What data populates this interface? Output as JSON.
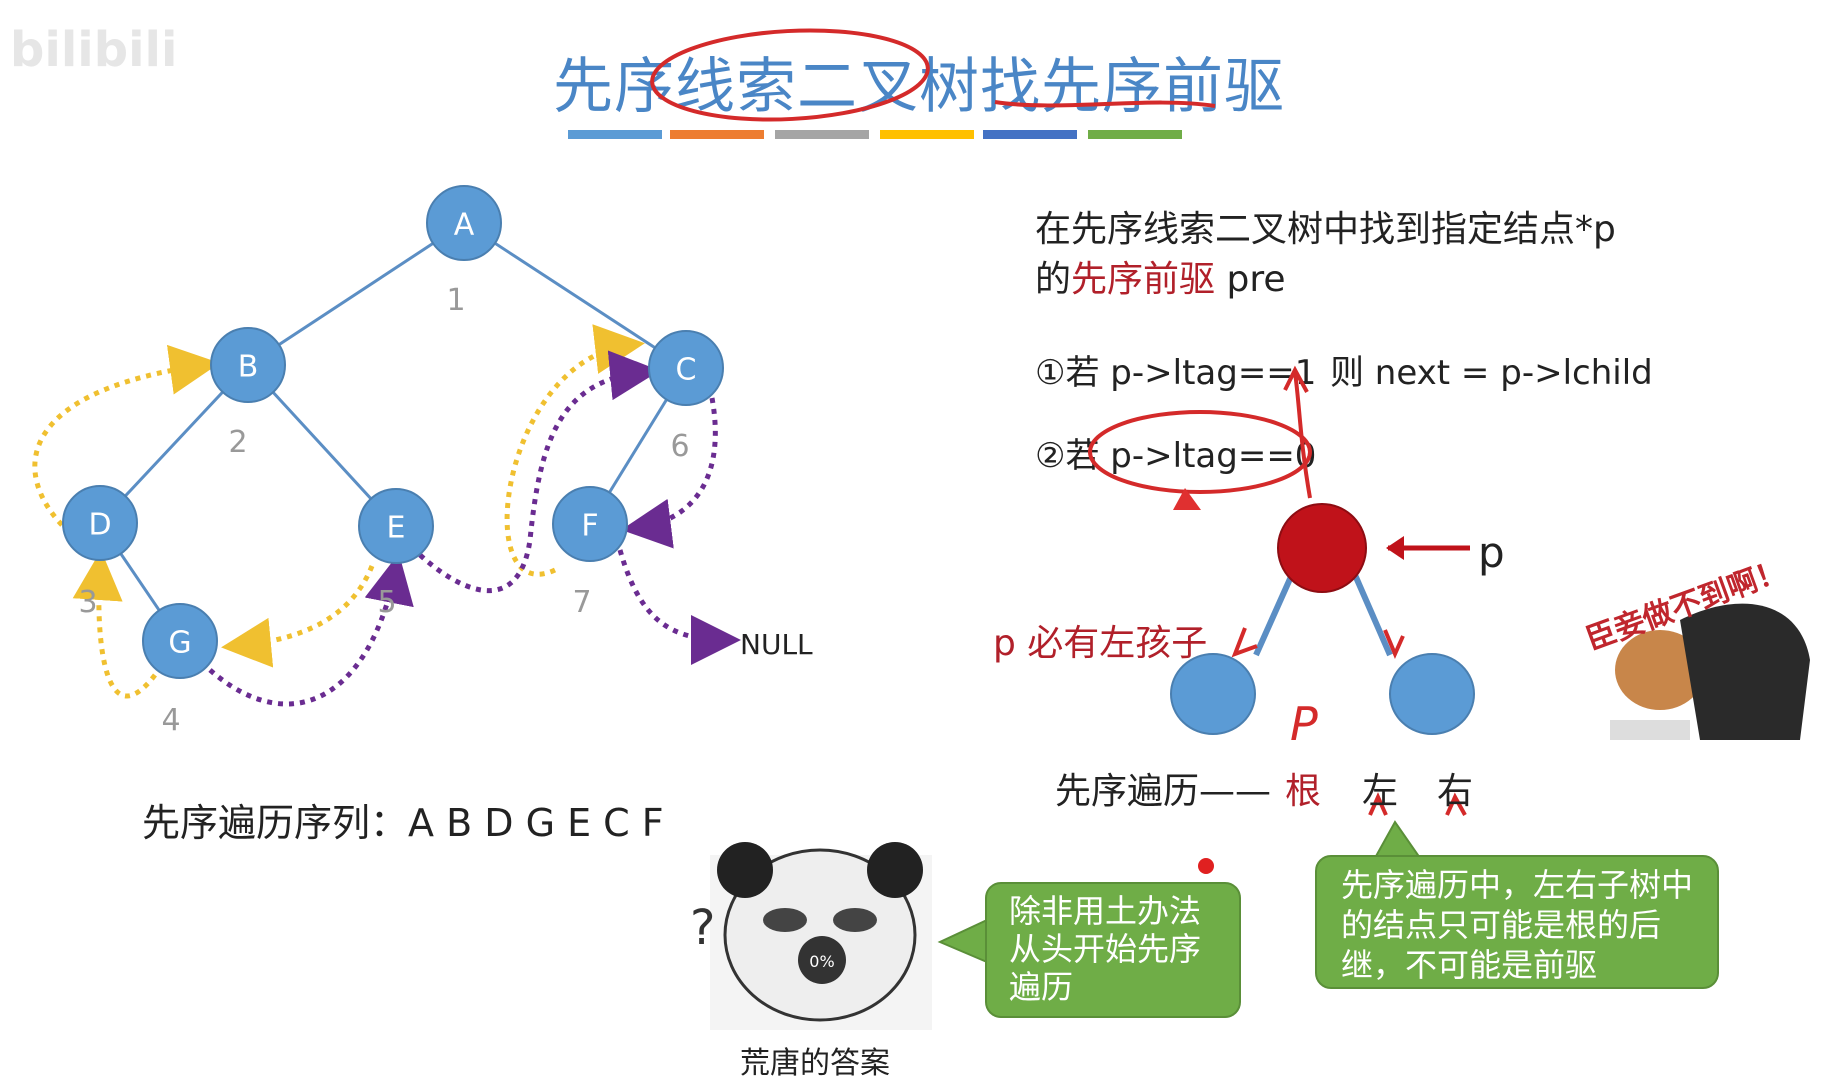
{
  "watermark": "bilibili",
  "title": "先序线索二叉树找先序前驱",
  "title_bar_colors": [
    "#5b9bd5",
    "#ed7d31",
    "#a5a5a5",
    "#ffc000",
    "#4472c4",
    "#70ad47"
  ],
  "tree": {
    "nodes": [
      "A",
      "B",
      "C",
      "D",
      "E",
      "F",
      "G"
    ],
    "preorder_numbers": [
      "1",
      "2",
      "3",
      "4",
      "5",
      "6",
      "7"
    ],
    "null_label": "NULL",
    "node_color": "#5b9bd5",
    "thread_colors": {
      "predecessor": "#f0c030",
      "successor": "#6a2c91"
    }
  },
  "sequence_text": "先序遍历序列：A B D G E C F",
  "description": {
    "line1": "在先序线索二叉树中找到指定结点*p",
    "line2_prefix": "的",
    "line2_highlight": "先序前驱",
    "line2_suffix": " pre"
  },
  "rules": {
    "rule1": "①若 p->ltag==1",
    "rule1_then": "则 next = p->lchild",
    "rule2_prefix": "②若 ",
    "rule2_cond": "p->ltag==0"
  },
  "diagram": {
    "p_label": "p",
    "left_child_note": "p 必有左孩子",
    "preorder_rule": "先序遍历——",
    "root": "根",
    "left": "左",
    "right": "右",
    "handwritten_p": "P",
    "root_color": "#c0121a",
    "child_color": "#5b9bd5"
  },
  "note_box": "先序遍历中，左右子树中的结点只可能是根的后继，不可能是前驱",
  "bubble_box": "除非用土办法从头开始先序遍历",
  "meme": {
    "caption": "荒唐的答案",
    "question": "?",
    "badge": "0%"
  },
  "sticker_text": "臣妾做不到啊！"
}
